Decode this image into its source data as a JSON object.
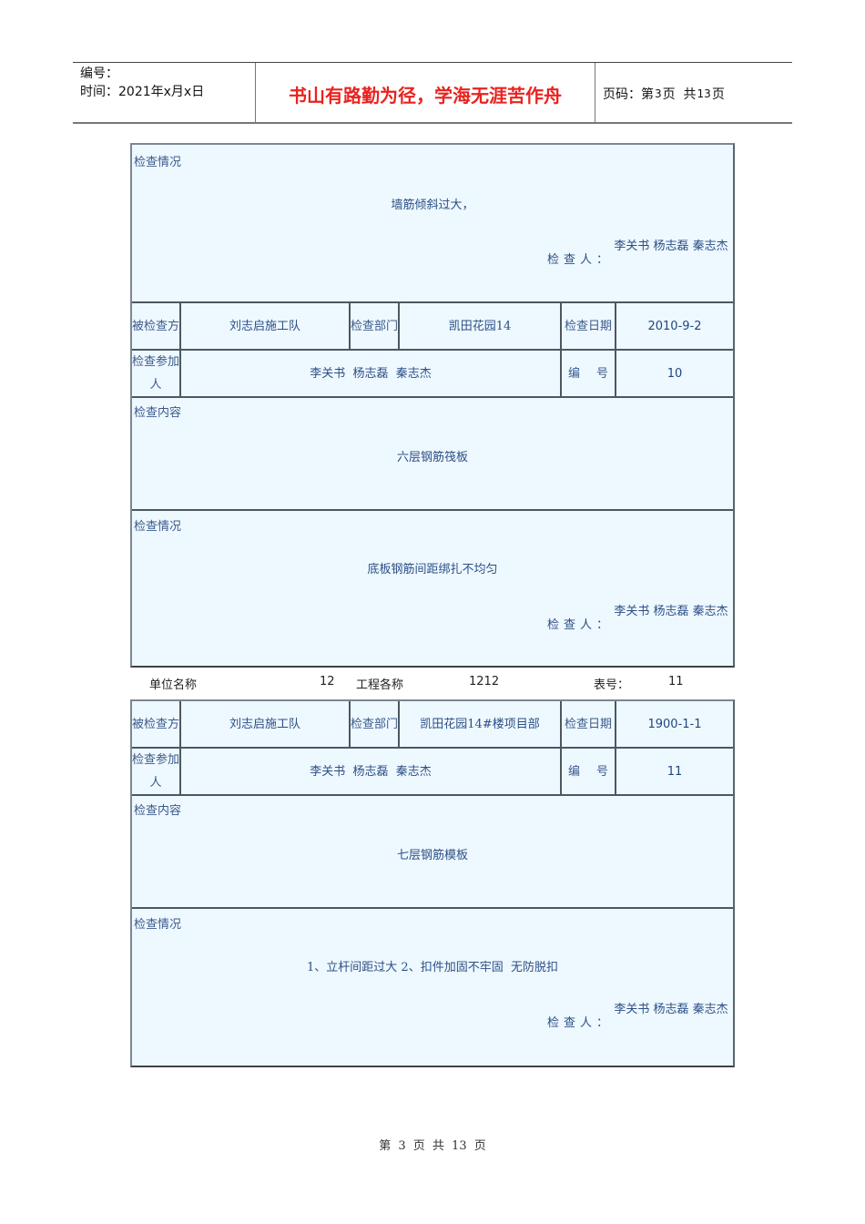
{
  "header": {
    "serial_label": "编号：",
    "time_label": "时间：2021年x月x日",
    "motto": "书山有路勤为径，学海无涯苦作舟",
    "page_prefix": "页码：第",
    "page_current": "3",
    "page_mid": "页  共",
    "page_total": "13",
    "page_suffix": "页"
  },
  "block1": {
    "situation": {
      "label": "检查情况",
      "content": "墙筋倾斜过大，",
      "inspector_label": "检查人：",
      "inspector_names": "李关书 杨志磊 秦志杰"
    },
    "row1": {
      "inspected_label": "被检查方",
      "inspected_value": "刘志启施工队",
      "dept_label": "检查部门",
      "dept_value": "凯田花园14",
      "date_label": "检查日期",
      "date_value": "2010-9-2"
    },
    "row2": {
      "participants_label": "检查参加人",
      "participants_value": "李关书  杨志磊  秦志杰",
      "number_label_a": "编",
      "number_label_b": "号",
      "number_value": "10"
    },
    "content": {
      "label": "检查内容",
      "content": "六层钢筋筏板"
    },
    "situation2": {
      "label": "检查情况",
      "content": "底板钢筋间距绑扎不均匀",
      "inspector_label": "检查人：",
      "inspector_names": "李关书 杨志磊 秦志杰"
    }
  },
  "meta": {
    "unit_label": "单位名称",
    "unit_value": "12",
    "project_label": "工程各称",
    "project_value": "1212",
    "form_label": "表号：",
    "form_value": "11"
  },
  "block2": {
    "row1": {
      "inspected_label": "被检查方",
      "inspected_value": "刘志启施工队",
      "dept_label": "检查部门",
      "dept_value": "凯田花园14#楼项目部",
      "date_label": "检查日期",
      "date_value": "1900-1-1"
    },
    "row2": {
      "participants_label": "检查参加人",
      "participants_value": "李关书  杨志磊  秦志杰",
      "number_label_a": "编",
      "number_label_b": "号",
      "number_value": "11"
    },
    "content": {
      "label": "检查内容",
      "content": "七层钢筋模板"
    },
    "situation": {
      "label": "检查情况",
      "content": "1、立杆间距过大 2、扣件加固不牢固  无防脱扣",
      "inspector_label": "检查人：",
      "inspector_names": "李关书 杨志磊 秦志杰"
    }
  },
  "footer": {
    "text": "第 3 页 共 13 页"
  }
}
